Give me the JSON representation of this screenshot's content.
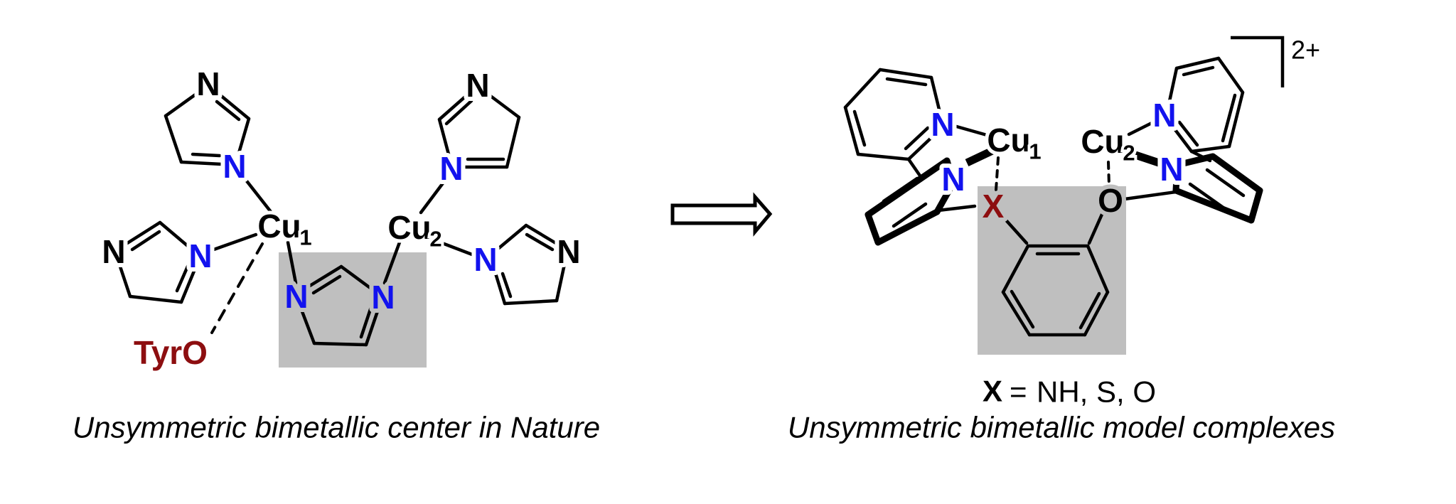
{
  "left_structure": {
    "caption": "Unsymmetric bimetallic center in Nature",
    "nitrogen_label": "N",
    "copper1": {
      "symbol": "Cu",
      "subscript": "1"
    },
    "copper2": {
      "symbol": "Cu",
      "subscript": "2"
    },
    "tyrosinate_label": "TyrO"
  },
  "right_structure": {
    "caption": "Unsymmetric bimetallic model complexes",
    "nitrogen_label": "N",
    "oxygen_label": "O",
    "x_label": "X",
    "copper1": {
      "symbol": "Cu",
      "subscript": "1"
    },
    "copper2": {
      "symbol": "Cu",
      "subscript": "2"
    },
    "charge": "2+",
    "legend": {
      "x": "X",
      "equals": "=",
      "values": "NH, S, O"
    }
  },
  "colors": {
    "nitrogen_blue": "#1212ee",
    "dark_red": "#8d0e10",
    "highlight_gray": "#bfbfbf",
    "bond_black": "#000000"
  }
}
